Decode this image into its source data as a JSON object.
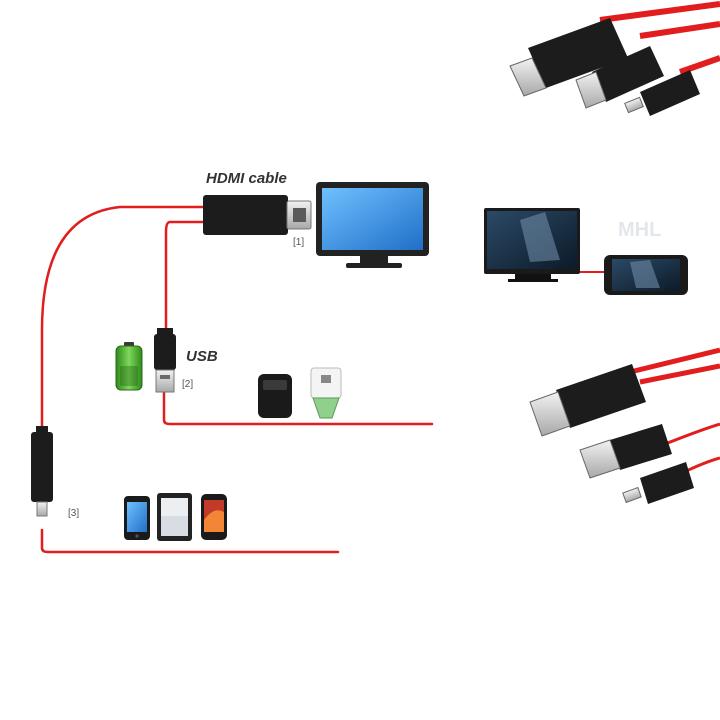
{
  "labels": {
    "hdmi_cable": "HDMI cable",
    "usb": "USB",
    "port_1": "[1]",
    "port_2": "[2]",
    "port_3": "[3]"
  },
  "colors": {
    "cable_red": "#e11d1d",
    "plug_black": "#1c1c1c",
    "screen_blue": "#2f7fd6",
    "battery_green": "#3fae2a"
  },
  "icons": [
    "hdmi-plug-icon",
    "usb-plug-icon",
    "micro-usb-plug-icon",
    "monitor-icon",
    "battery-icon",
    "power-adapter-icon",
    "smartphone-icon",
    "tablet-icon"
  ]
}
